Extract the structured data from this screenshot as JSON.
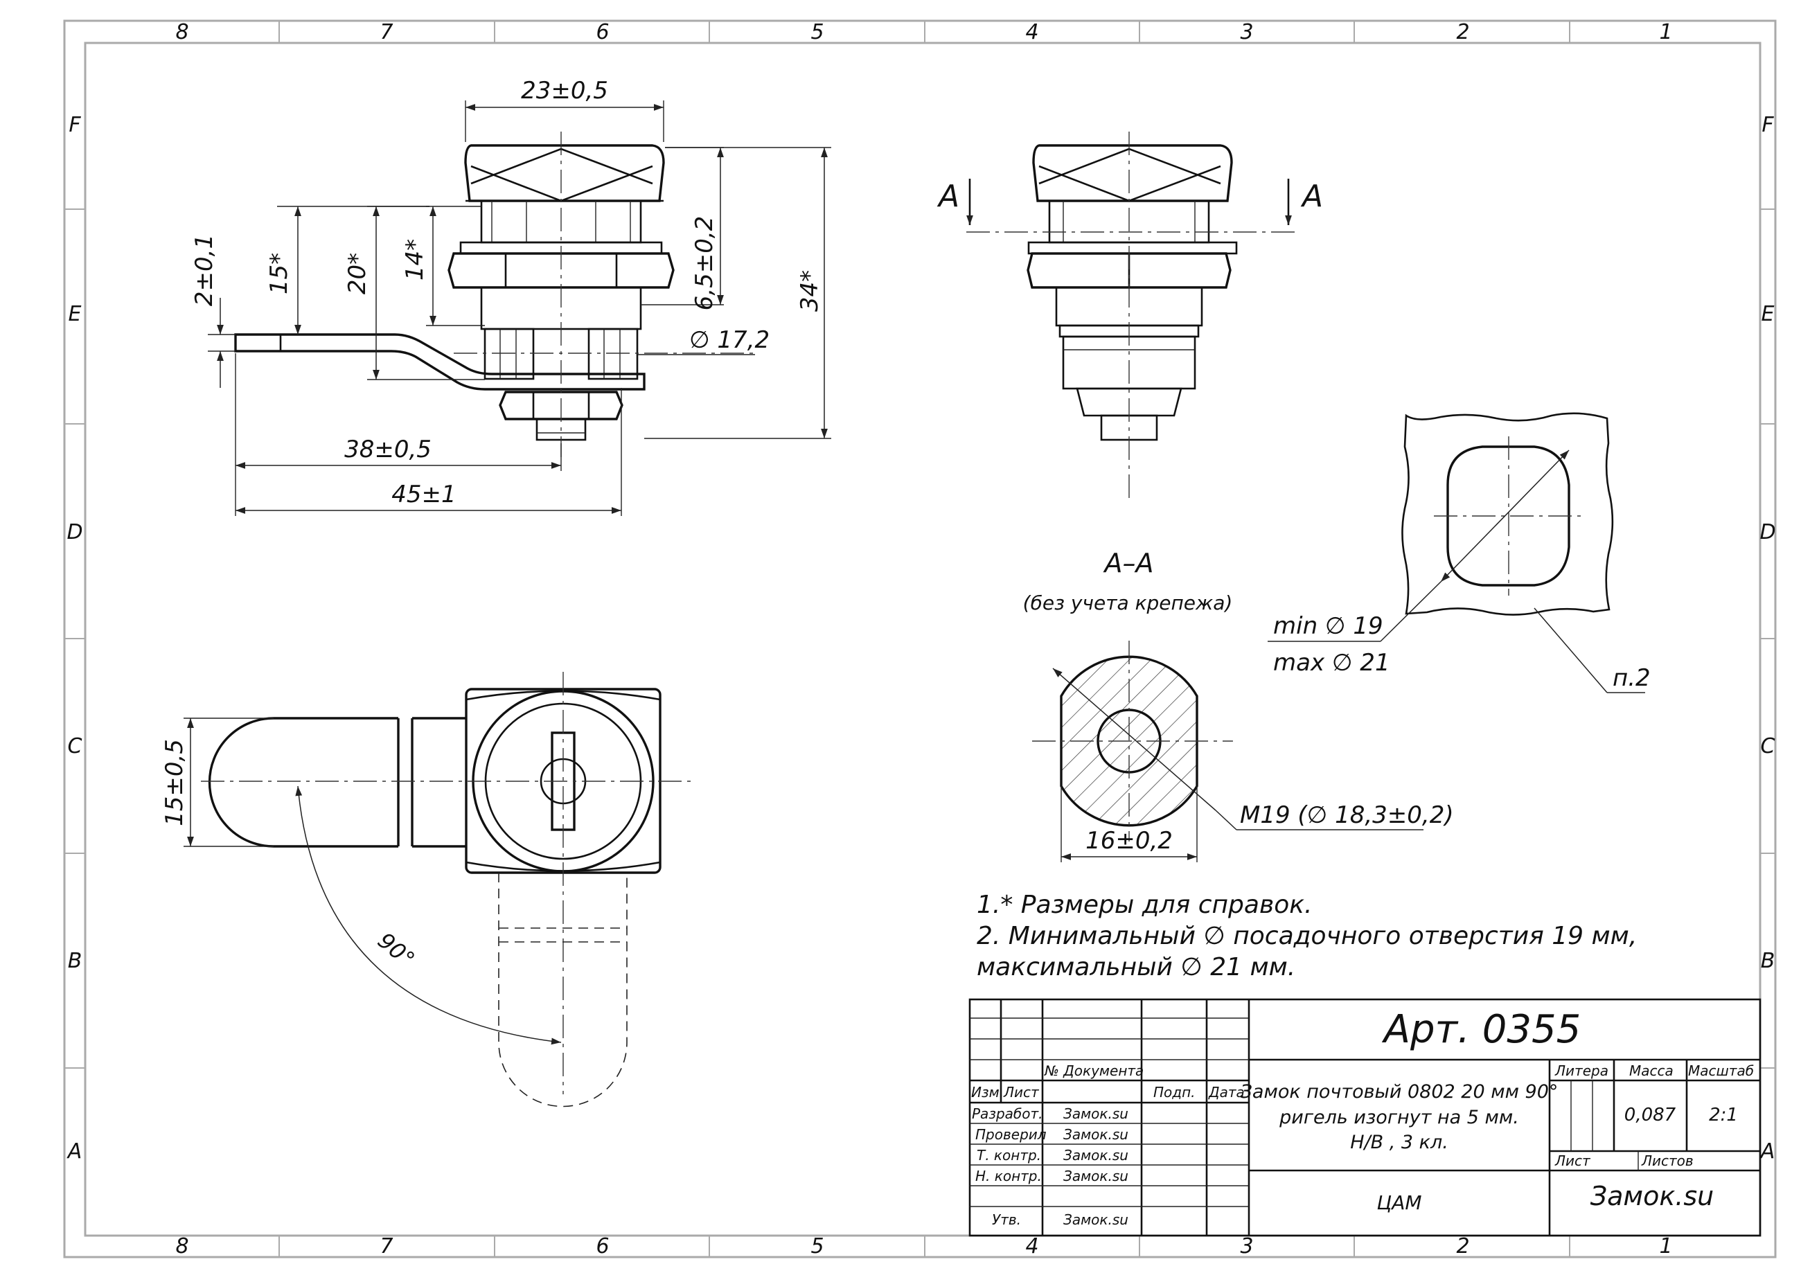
{
  "frame": {
    "col_labels": [
      "8",
      "7",
      "6",
      "5",
      "4",
      "3",
      "2",
      "1"
    ],
    "row_labels": [
      "F",
      "E",
      "D",
      "C",
      "B",
      "A"
    ]
  },
  "dimensions": {
    "width_head": "23±0,5",
    "height_2": "2±0,1",
    "h15": "15*",
    "h20": "20*",
    "h14": "14*",
    "h65": "6,5±0,2",
    "total34": "34*",
    "dia172": "∅ 17,2",
    "len38": "38±0,5",
    "len45": "45±1",
    "width15": "15±0,5",
    "angle": "90°",
    "flat16": "16±0,2",
    "thread": "M19  (∅ 18,3±0,2)",
    "hole_min": "min  ∅ 19",
    "hole_max": "max ∅ 21",
    "leader_p2": "п.2"
  },
  "section": {
    "arrow_label_left": "A",
    "arrow_label_right": "A",
    "title": "А–А",
    "subtitle": "(без учета крепежа)"
  },
  "notes": [
    "1.* Размеры для справок.",
    "2. Минимальный ∅ посадочного отверстия 19 мм,",
    "максимальный ∅  21 мм."
  ],
  "title_block": {
    "article": "Арт. 0355",
    "name_lines": [
      "Замок почтовый 0802 20 мм 90°",
      "ригель изогнут на 5 мм.",
      "Н/В , 3 кл."
    ],
    "col_izm": "Изм.",
    "col_list": "Лист",
    "col_doc": "№ Документа",
    "col_sign": "Подп.",
    "col_date": "Дата",
    "roles": [
      {
        "role": "Разработ.",
        "name": "Замок.su"
      },
      {
        "role": "Проверил",
        "name": "Замок.su"
      },
      {
        "role": "Т. контр.",
        "name": "Замок.su"
      },
      {
        "role": "Н. контр.",
        "name": "Замок.su"
      },
      {
        "role": "Утв.",
        "name": "Замок.su"
      }
    ],
    "litera": "Литера",
    "massa": "Масса",
    "masshtab": "Масштаб",
    "mass_value": "0,087",
    "scale_value": "2:1",
    "sheet": "Лист",
    "sheets": "Листов",
    "material": "ЦАМ",
    "company": "Замок.su"
  }
}
